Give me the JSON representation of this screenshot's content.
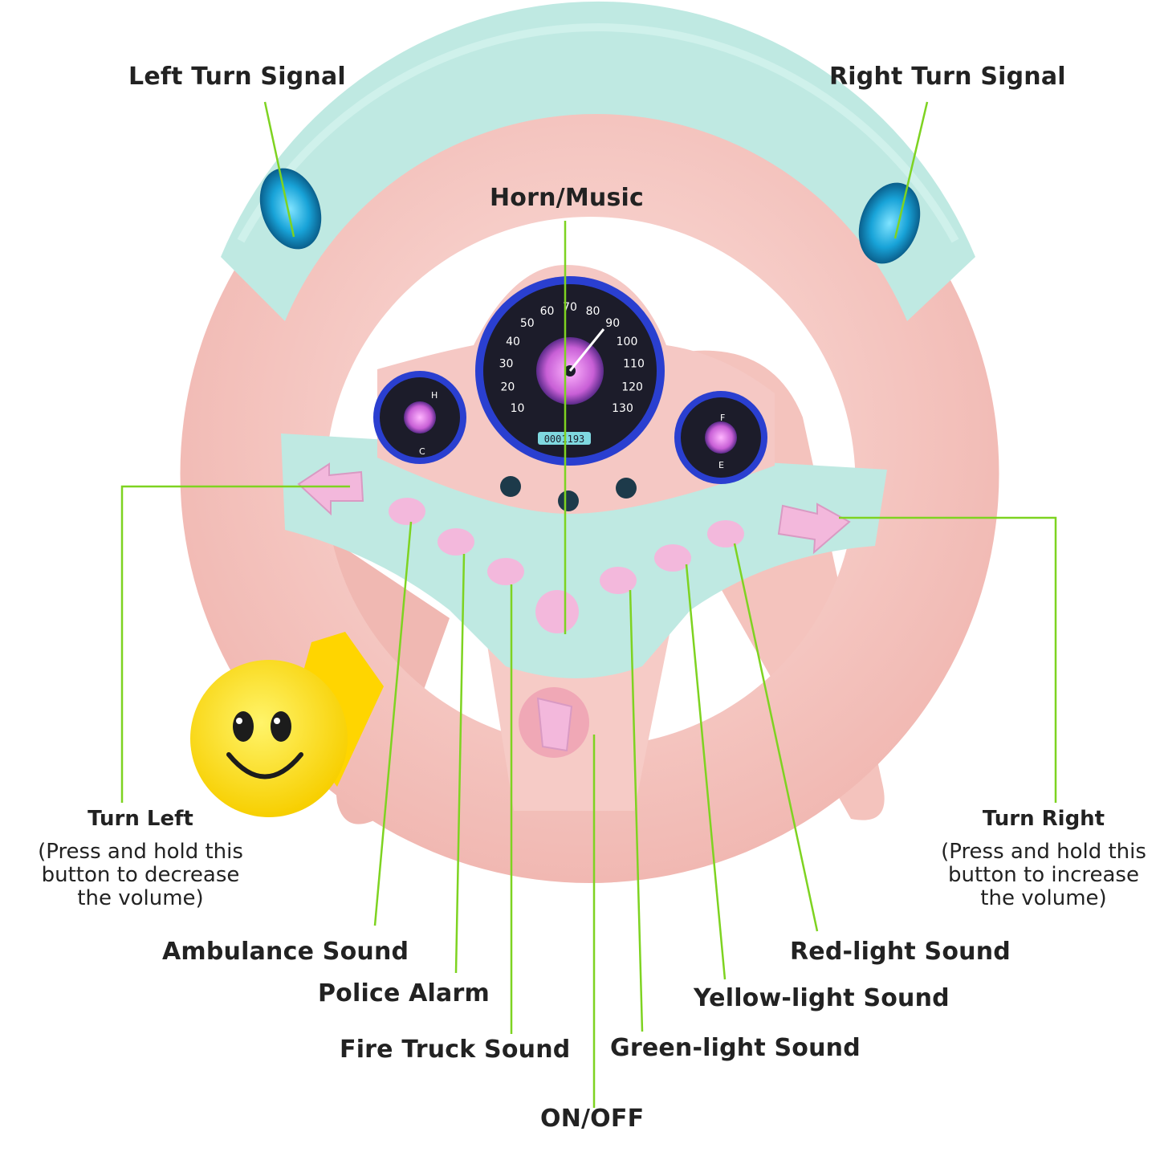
{
  "labels": {
    "left_turn_signal": "Left Turn Signal",
    "right_turn_signal": "Right Turn Signal",
    "horn_music": "Horn/Music",
    "turn_left": "Turn Left",
    "turn_left_note_1": "(Press and hold this",
    "turn_left_note_2": "button to decrease",
    "turn_left_note_3": "the volume)",
    "turn_right": "Turn Right",
    "turn_right_note_1": "(Press and hold this",
    "turn_right_note_2": "button to increase",
    "turn_right_note_3": "the volume)",
    "ambulance_sound": "Ambulance Sound",
    "police_alarm": "Police Alarm",
    "fire_truck_sound": "Fire Truck Sound",
    "on_off": "ON/OFF",
    "green_light_sound": "Green-light Sound",
    "yellow_light_sound": "Yellow-light Sound",
    "red_light_sound": "Red-light Sound"
  },
  "speedometer": {
    "ticks": [
      "10",
      "20",
      "30",
      "40",
      "50",
      "60",
      "70",
      "80",
      "90",
      "100",
      "110",
      "120",
      "130"
    ],
    "odometer": "0001193",
    "temp_high": "H",
    "temp_low": "C",
    "fuel_full": "F",
    "fuel_empty": "E"
  },
  "colors": {
    "wheel_pink": "#f6c9c5",
    "wheel_teal": "#bfe9e2",
    "leader_line": "#7ed321",
    "button_pink": "#f3b8dc",
    "face_yellow": "#ffe21f",
    "gauge_dark": "#1c1c2a",
    "gauge_glow": "#e486e8"
  }
}
